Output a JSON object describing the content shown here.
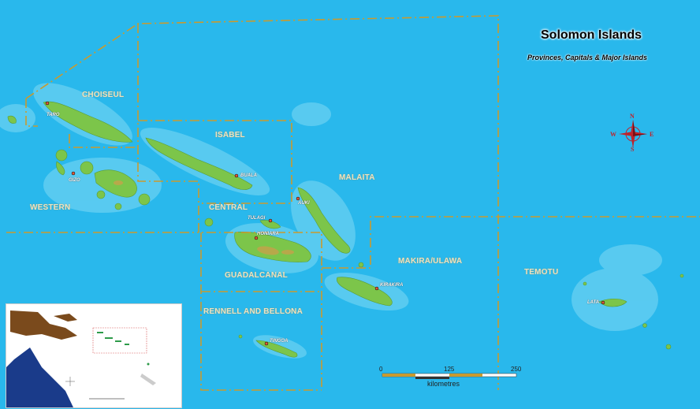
{
  "map": {
    "title": "Solomon Islands",
    "subtitle": "Provinces, Capitals & Major Islands",
    "colors": {
      "ocean": "#29b8ec",
      "shallow": "#7fd9f5",
      "land": "#7cc54a",
      "highland": "#c2a34a",
      "border": "#c99a2e"
    }
  },
  "provinces": [
    {
      "id": "choiseul",
      "label": "CHOISEUL"
    },
    {
      "id": "isabel",
      "label": "ISABEL"
    },
    {
      "id": "malaita",
      "label": "MALAITA"
    },
    {
      "id": "western",
      "label": "WESTERN"
    },
    {
      "id": "central",
      "label": "CENTRAL"
    },
    {
      "id": "makira",
      "label": "MAKIRA/ULAWA"
    },
    {
      "id": "temotu",
      "label": "TEMOTU"
    },
    {
      "id": "guadalcanal",
      "label": "GUADALCANAL"
    },
    {
      "id": "rennell",
      "label": "RENNELL AND BELLONA"
    }
  ],
  "capitals": [
    {
      "id": "taro",
      "label": "TARO"
    },
    {
      "id": "gizo",
      "label": "GIZO"
    },
    {
      "id": "buala",
      "label": "BUALA"
    },
    {
      "id": "auki",
      "label": "AUKI"
    },
    {
      "id": "tulagi",
      "label": "TULAGI"
    },
    {
      "id": "honiara",
      "label": "HONIARA"
    },
    {
      "id": "kirakira",
      "label": "KIRAKIRA"
    },
    {
      "id": "lata",
      "label": "LATA"
    },
    {
      "id": "tingoa",
      "label": "TINGOA"
    }
  ],
  "compass": {
    "n": "N",
    "s": "S",
    "e": "E",
    "w": "W",
    "icon": "compass-rose-icon"
  },
  "scale": {
    "ticks": [
      "0",
      "125",
      "250"
    ],
    "unit": "kilometres"
  }
}
